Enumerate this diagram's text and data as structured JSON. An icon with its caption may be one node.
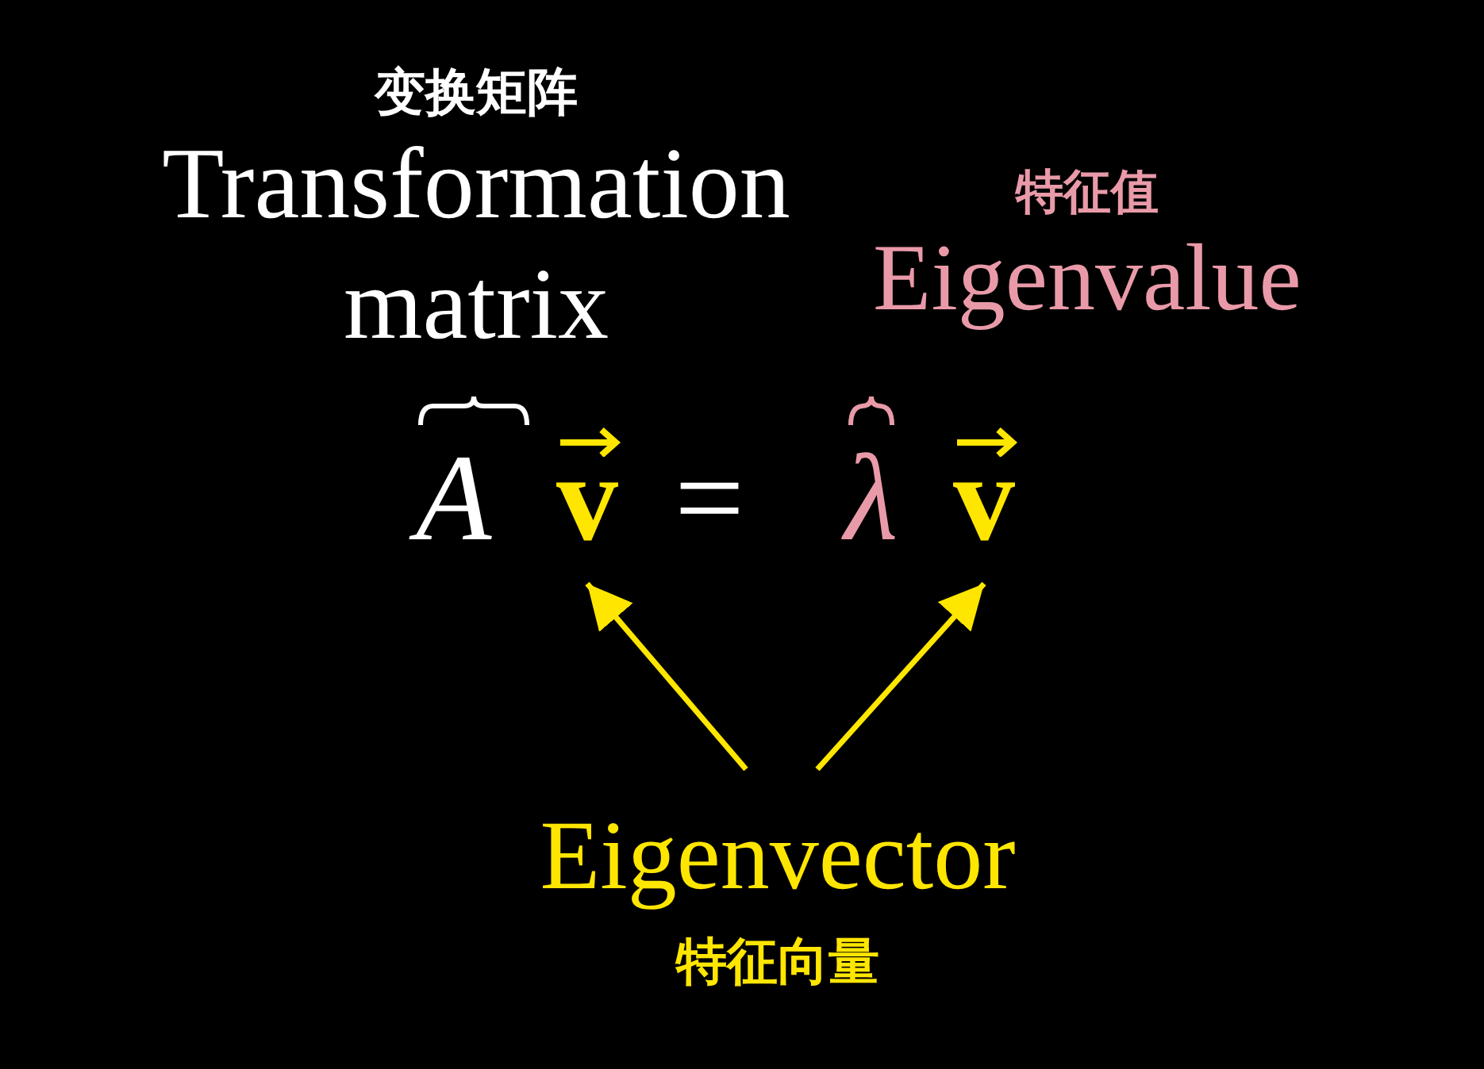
{
  "diagram": {
    "nodes": [
      {
        "text": [
          "变换矩阵",
          "Transformation matrix"
        ]
      },
      {
        "text": [
          "特征值",
          "Eigenvalue"
        ]
      },
      {
        "text": [
          "Eigenvector",
          "特征向量"
        ]
      },
      {
        "text": [
          "v"
        ]
      },
      {
        "text": [
          "v"
        ]
      }
    ],
    "edges": [
      {
        "from": 2,
        "to": 3,
        "arrow": "to"
      },
      {
        "from": 2,
        "to": 4,
        "arrow": "to"
      }
    ],
    "labels": [
      "A",
      "=",
      "λ"
    ]
  }
}
